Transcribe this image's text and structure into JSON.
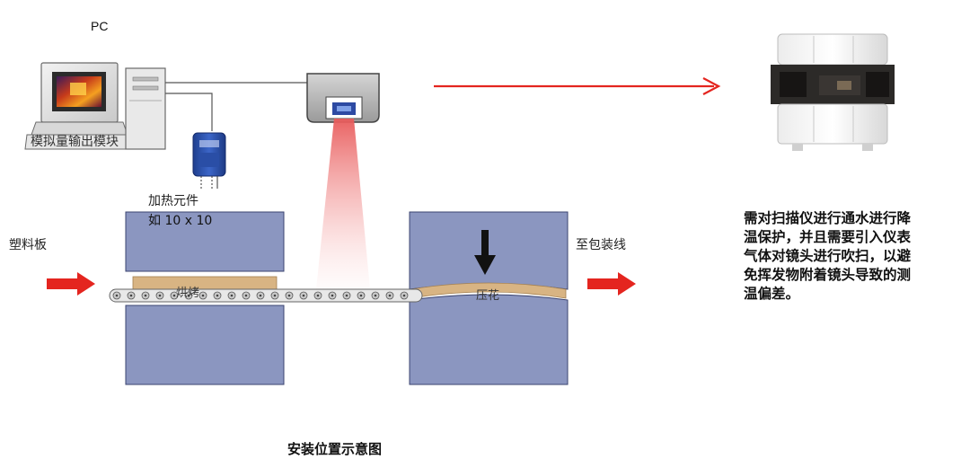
{
  "labels": {
    "pc": "PC",
    "analog_module": "模拟量输出模块",
    "heating_element": "加热元件",
    "heating_size": "如 10 x 10",
    "plastic_board": "塑料板",
    "baking": "烘烤",
    "pressing": "压花",
    "to_packing_line": "至包装线"
  },
  "note": "需对扫描仪进行通水进行降温保护，并且需要引入仪表气体对镜头进行吹扫，以避免挥发物附着镜头导致的测温偏差。",
  "caption": "安装位置示意图",
  "colors": {
    "press_block": "#8b96c0",
    "material_strip": "#d8b483",
    "arrow_red": "#e4251f",
    "laser_beam": "#f07a7a",
    "scanner_body": "#b9b9b9"
  },
  "icons": {
    "pc": "desktop-computer-icon",
    "module": "io-module-icon",
    "scanner": "line-scanner-icon",
    "scanner_photo": "scanner-housing-icon"
  }
}
